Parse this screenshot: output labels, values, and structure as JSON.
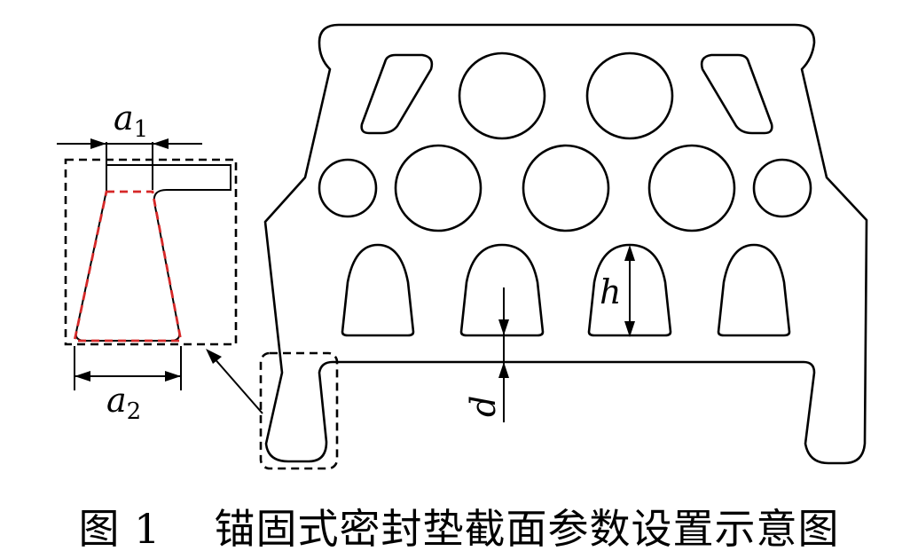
{
  "labels": {
    "a1_letter": "a",
    "a1_sub": "1",
    "a2_letter": "a",
    "a2_sub": "2",
    "h": "h",
    "d": "d"
  },
  "caption": {
    "figure_number": "图 1",
    "title": "锚固式密封垫截面参数设置示意图"
  }
}
